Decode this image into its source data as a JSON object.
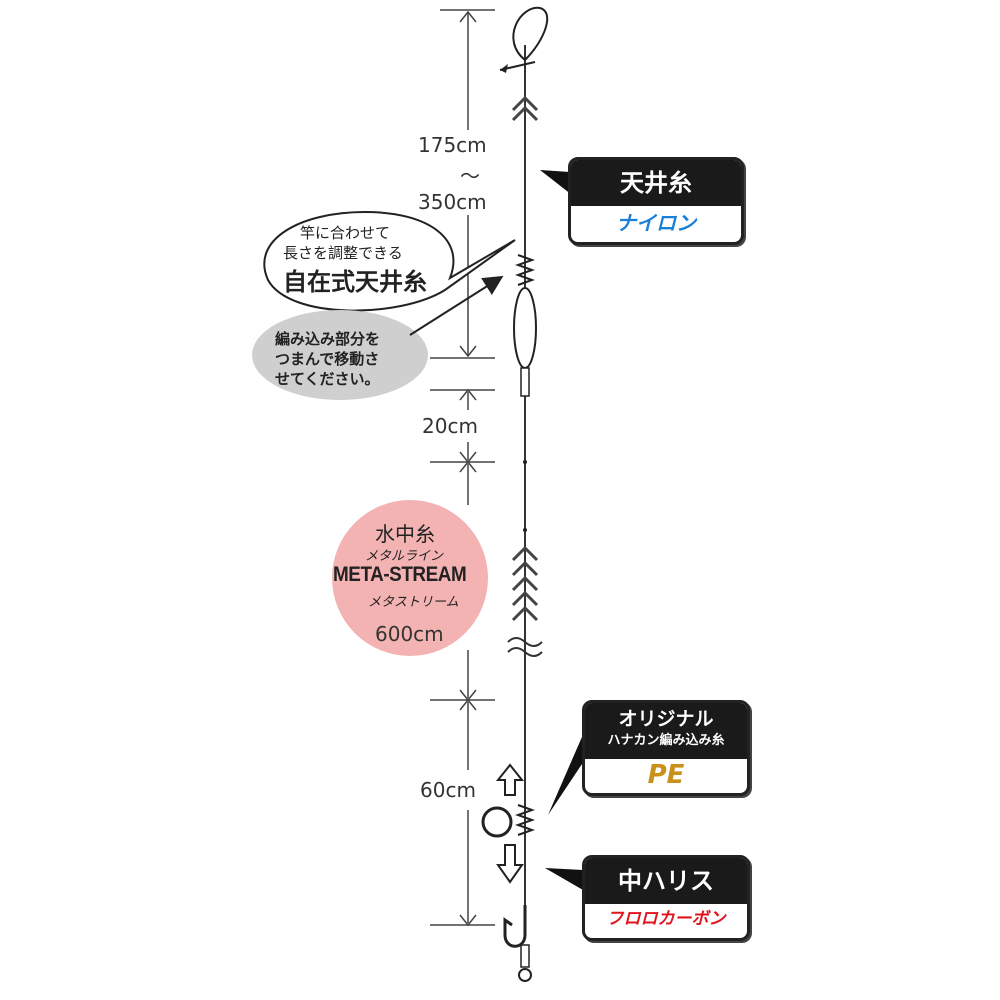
{
  "dimensions": {
    "upper_min": "175cm",
    "range_sep": "～",
    "upper_max": "350cm",
    "gap": "20cm",
    "middle": "600cm",
    "lower": "60cm"
  },
  "adjust_bubble": {
    "line1": "竿に合わせて",
    "line2": "長さを調整できる",
    "line3": "自在式天井糸"
  },
  "instruction_bubble": {
    "line1": "編み込み部分を",
    "line2": "つまんで移動さ",
    "line3": "せてください。"
  },
  "main_line_circle": {
    "title": "水中糸",
    "subtitle": "メタルライン",
    "brand": "META-STREAM",
    "brand_kana": "メタストリーム"
  },
  "callouts": {
    "tenjo": {
      "title": "天井糸",
      "material": "ナイロン",
      "color": "#1a7fd6"
    },
    "hanakan": {
      "title1": "オリジナル",
      "title2": "ハナカン編み込み糸",
      "material": "PE",
      "color": "#c8921a"
    },
    "nakahari": {
      "title": "中ハリス",
      "material": "フロロカーボン",
      "color": "#e0141e"
    }
  },
  "colors": {
    "circle": "#f4b3b3",
    "instruction_bubble": "#cfcfcf"
  }
}
